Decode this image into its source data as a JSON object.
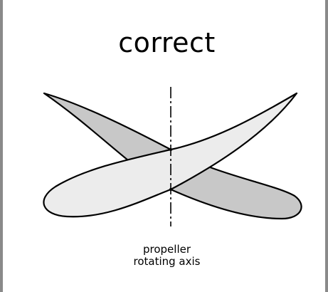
{
  "title": "correct",
  "caption": {
    "line1": "propeller",
    "line2": "rotating axis"
  },
  "colors": {
    "dark_blade": "#c8c8c8",
    "light_blade": "#ececec",
    "outline": "#000000",
    "frame": "#8a8a8a"
  }
}
